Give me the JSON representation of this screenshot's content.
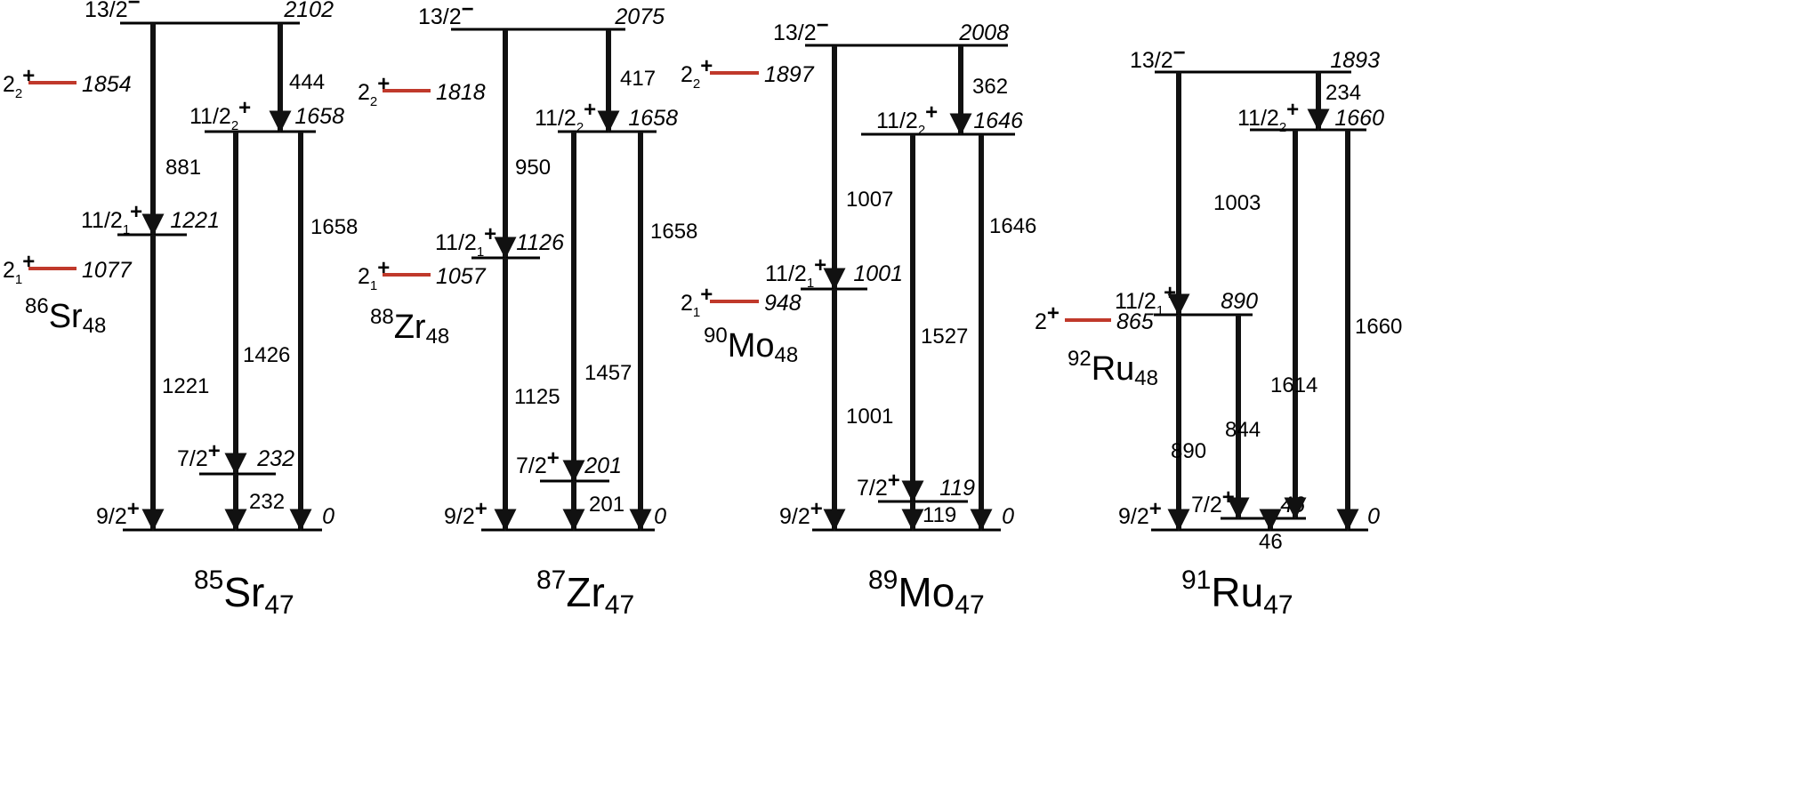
{
  "colors": {
    "level": "#000000",
    "core": "#c0392b",
    "arrow": "#111111"
  },
  "panels": [
    {
      "nucleus": {
        "A": "85",
        "symbol": "Sr",
        "N": "47"
      },
      "core": {
        "A": "86",
        "symbol": "Sr",
        "N": "48",
        "states": [
          {
            "label": "2",
            "sub": "2",
            "sup": "+",
            "energy": "1854"
          },
          {
            "label": "2",
            "sub": "1",
            "sup": "+",
            "energy": "1077"
          }
        ]
      },
      "levels": [
        {
          "key": "l13",
          "spin": "13/2",
          "sub": "",
          "parity": "−",
          "energy": "2102"
        },
        {
          "key": "l11b",
          "spin": "11/2",
          "sub": "2",
          "parity": "+",
          "energy": "1658"
        },
        {
          "key": "l11a",
          "spin": "11/2",
          "sub": "1",
          "parity": "+",
          "energy": "1221"
        },
        {
          "key": "l7",
          "spin": "7/2",
          "sub": "",
          "parity": "+",
          "energy": "232"
        },
        {
          "key": "l9",
          "spin": "9/2",
          "sub": "",
          "parity": "+",
          "energy": "0"
        }
      ],
      "transitions": [
        {
          "from": "l13",
          "to": "l11b",
          "energy": "444"
        },
        {
          "from": "l13",
          "to": "l11a",
          "energy": "881"
        },
        {
          "from": "l11b",
          "to": "l9",
          "energy": "1658"
        },
        {
          "from": "l11a",
          "to": "l9",
          "energy": "1221"
        },
        {
          "from": "l11b",
          "to": "l7",
          "energy": "1426"
        },
        {
          "from": "l7",
          "to": "l9",
          "energy": "232"
        }
      ]
    },
    {
      "nucleus": {
        "A": "87",
        "symbol": "Zr",
        "N": "47"
      },
      "core": {
        "A": "88",
        "symbol": "Zr",
        "N": "48",
        "states": [
          {
            "label": "2",
            "sub": "2",
            "sup": "+",
            "energy": "1818"
          },
          {
            "label": "2",
            "sub": "1",
            "sup": "+",
            "energy": "1057"
          }
        ]
      },
      "levels": [
        {
          "key": "l13",
          "spin": "13/2",
          "sub": "",
          "parity": "−",
          "energy": "2075"
        },
        {
          "key": "l11b",
          "spin": "11/2",
          "sub": "2",
          "parity": "+",
          "energy": "1658"
        },
        {
          "key": "l11a",
          "spin": "11/2",
          "sub": "1",
          "parity": "+",
          "energy": "1126"
        },
        {
          "key": "l7",
          "spin": "7/2",
          "sub": "",
          "parity": "+",
          "energy": "201"
        },
        {
          "key": "l9",
          "spin": "9/2",
          "sub": "",
          "parity": "+",
          "energy": "0"
        }
      ],
      "transitions": [
        {
          "from": "l13",
          "to": "l11b",
          "energy": "417"
        },
        {
          "from": "l13",
          "to": "l11a",
          "energy": "950"
        },
        {
          "from": "l11b",
          "to": "l9",
          "energy": "1658"
        },
        {
          "from": "l11a",
          "to": "l9",
          "energy": "1125"
        },
        {
          "from": "l11b",
          "to": "l7",
          "energy": "1457"
        },
        {
          "from": "l7",
          "to": "l9",
          "energy": "201"
        }
      ]
    },
    {
      "nucleus": {
        "A": "89",
        "symbol": "Mo",
        "N": "47"
      },
      "core": {
        "A": "90",
        "symbol": "Mo",
        "N": "48",
        "states": [
          {
            "label": "2",
            "sub": "2",
            "sup": "+",
            "energy": "1897"
          },
          {
            "label": "2",
            "sub": "1",
            "sup": "+",
            "energy": "948"
          }
        ]
      },
      "levels": [
        {
          "key": "l13",
          "spin": "13/2",
          "sub": "",
          "parity": "−",
          "energy": "2008"
        },
        {
          "key": "l11b",
          "spin": "11/2",
          "sub": "2",
          "parity": "+",
          "energy": "1646"
        },
        {
          "key": "l11a",
          "spin": "11/2",
          "sub": "1",
          "parity": "+",
          "energy": "1001"
        },
        {
          "key": "l7",
          "spin": "7/2",
          "sub": "",
          "parity": "+",
          "energy": "119"
        },
        {
          "key": "l9",
          "spin": "9/2",
          "sub": "",
          "parity": "+",
          "energy": "0"
        }
      ],
      "transitions": [
        {
          "from": "l13",
          "to": "l11b",
          "energy": "362"
        },
        {
          "from": "l13",
          "to": "l11a",
          "energy": "1007"
        },
        {
          "from": "l11b",
          "to": "l9",
          "energy": "1646"
        },
        {
          "from": "l11a",
          "to": "l9",
          "energy": "1001"
        },
        {
          "from": "l11b",
          "to": "l7",
          "energy": "1527"
        },
        {
          "from": "l7",
          "to": "l9",
          "energy": "119"
        }
      ]
    },
    {
      "nucleus": {
        "A": "91",
        "symbol": "Ru",
        "N": "47"
      },
      "core": {
        "A": "92",
        "symbol": "Ru",
        "N": "48",
        "states": [
          {
            "label": "2",
            "sub": "",
            "sup": "+",
            "energy": "865"
          }
        ]
      },
      "levels": [
        {
          "key": "l13",
          "spin": "13/2",
          "sub": "",
          "parity": "−",
          "energy": "1893"
        },
        {
          "key": "l11b",
          "spin": "11/2",
          "sub": "2",
          "parity": "+",
          "energy": "1660"
        },
        {
          "key": "l11a",
          "spin": "11/2",
          "sub": "1",
          "parity": "+",
          "energy": "890"
        },
        {
          "key": "l7",
          "spin": "7/2",
          "sub": "",
          "parity": "+",
          "energy": "46"
        },
        {
          "key": "l9",
          "spin": "9/2",
          "sub": "",
          "parity": "+",
          "energy": "0"
        }
      ],
      "transitions": [
        {
          "from": "l13",
          "to": "l11b",
          "energy": "234"
        },
        {
          "from": "l13",
          "to": "l11a",
          "energy": "1003"
        },
        {
          "from": "l11b",
          "to": "l9",
          "energy": "1660"
        },
        {
          "from": "l11a",
          "to": "l9",
          "energy": "890"
        },
        {
          "from": "l11a",
          "to": "l7",
          "energy": "844"
        },
        {
          "from": "l11b",
          "to": "l7",
          "energy": "1614"
        },
        {
          "from": "l7",
          "to": "l9",
          "energy": "46"
        }
      ]
    }
  ]
}
